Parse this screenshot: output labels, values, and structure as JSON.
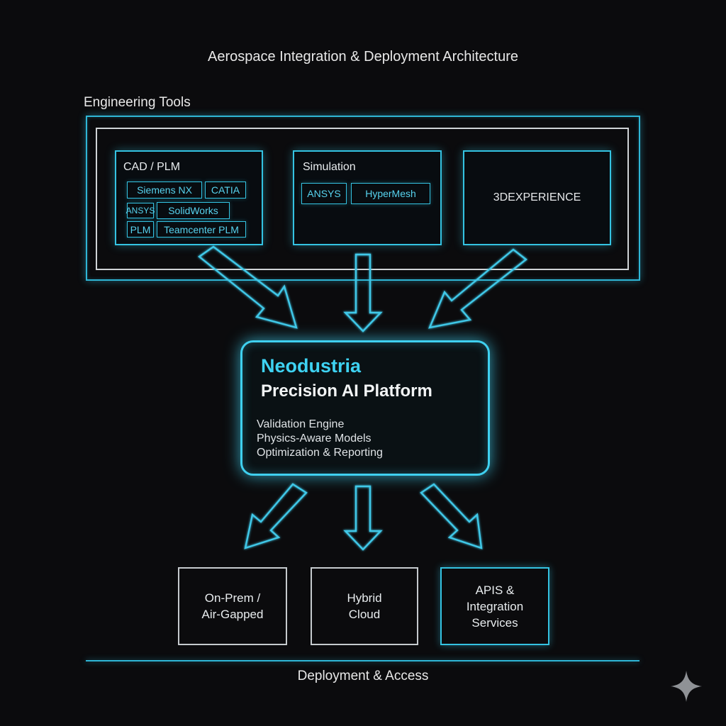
{
  "title": "Aerospace Integration & Deployment Architecture",
  "engineering_tools": {
    "label": "Engineering Tools",
    "cad_plm": {
      "title": "CAD / PLM",
      "chips": [
        "Siemens NX",
        "CATIA",
        "ANSYS",
        "SolidWorks",
        "PLM",
        "Teamcenter PLM"
      ]
    },
    "simulation": {
      "title": "Simulation",
      "chips": [
        "ANSYS",
        "HyperMesh"
      ]
    },
    "experience": {
      "title": "3DEXPERIENCE"
    }
  },
  "platform": {
    "brand": "Neodustria",
    "subtitle": "Precision AI Platform",
    "features": [
      "Validation Engine",
      "Physics-Aware Models",
      "Optimization & Reporting"
    ]
  },
  "deployment": {
    "boxes": [
      {
        "line1": "On-Prem /",
        "line2": "Air-Gapped"
      },
      {
        "line1": "Hybrid",
        "line2": "Cloud"
      },
      {
        "line1": "APIS &",
        "line2": "Integration",
        "line3": "Services"
      }
    ],
    "label": "Deployment & Access"
  },
  "colors": {
    "accent": "#3fd0ef",
    "background": "#0b0b0d"
  }
}
